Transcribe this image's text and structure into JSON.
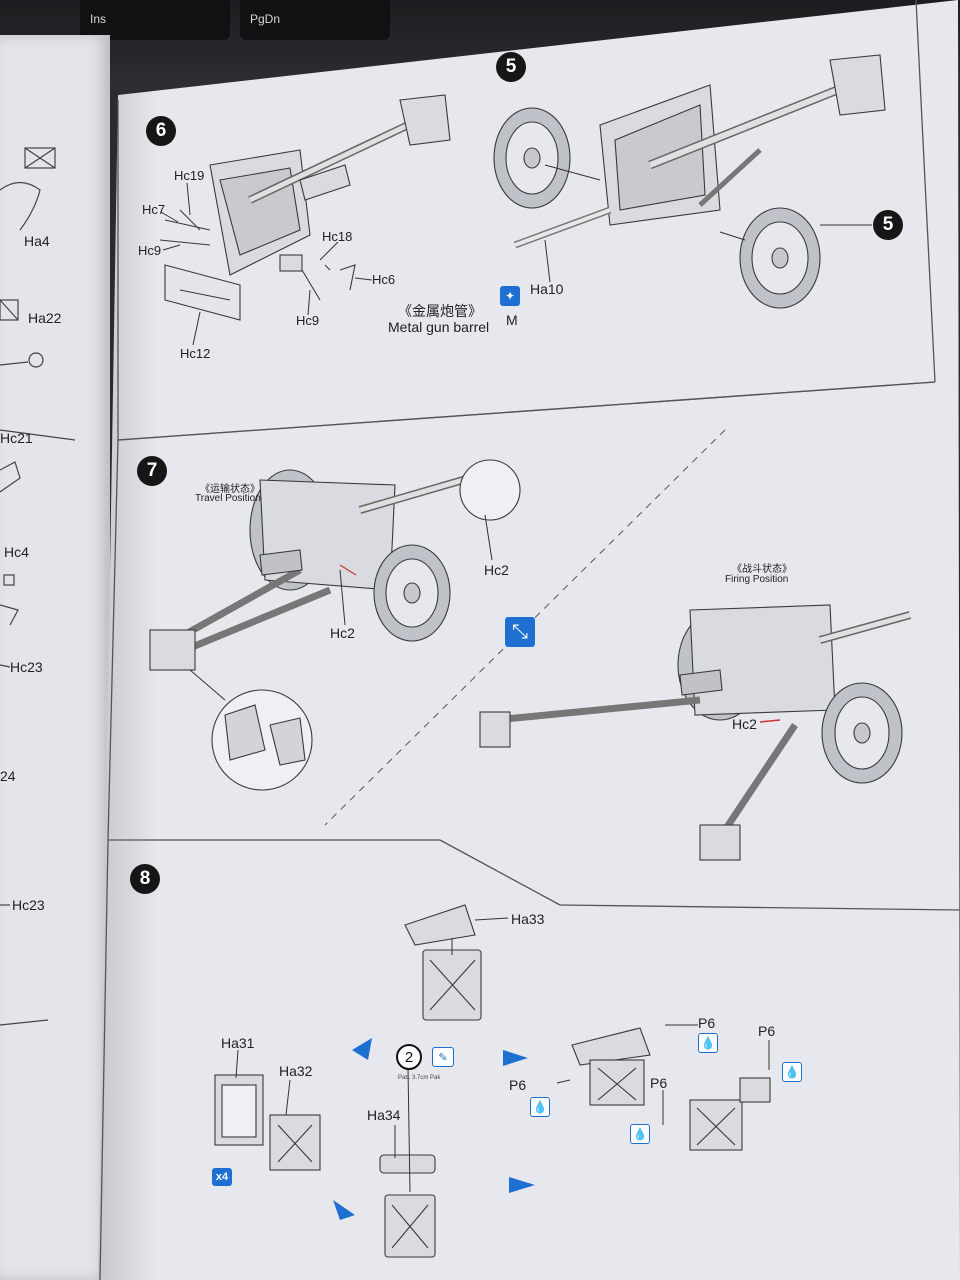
{
  "keyboard": {
    "keys": [
      "Ins",
      "PgDn"
    ]
  },
  "left_page": {
    "labels": [
      "Ha4",
      "Ha22",
      "Hc21",
      "Hc4",
      "Hc23",
      "24",
      "Hc23"
    ]
  },
  "step6": {
    "number": "6",
    "labels": {
      "hc19": "Hc19",
      "hc7": "Hc7",
      "hc9a": "Hc9",
      "hc18": "Hc18",
      "hc6": "Hc6",
      "hc9b": "Hc9",
      "hc12": "Hc12"
    }
  },
  "step5": {
    "number": "5",
    "ref_number": "5",
    "ha10": "Ha10",
    "barrel_cn": "《金属炮管》",
    "barrel_en": "Metal gun barrel",
    "material_code": "M"
  },
  "step7": {
    "number": "7",
    "travel_cn": "《运输状态》",
    "travel_en": "Travel Position",
    "firing_cn": "《战斗状态》",
    "firing_en": "Firing Position",
    "hc2_a": "Hc2",
    "hc2_b": "Hc2",
    "hc2_c": "Hc2"
  },
  "step8": {
    "number": "8",
    "ha33": "Ha33",
    "ha31": "Ha31",
    "ha32": "Ha32",
    "ha34": "Ha34",
    "multiplier": "x4",
    "decal_number": "2",
    "decal_caption": "Patr. 3.7cm Pak",
    "p6_labels": [
      "P6",
      "P6",
      "P6",
      "P6"
    ]
  },
  "colors": {
    "accent_blue": "#1d6fd1",
    "line": "#333333",
    "page": "#e6e8ed"
  }
}
